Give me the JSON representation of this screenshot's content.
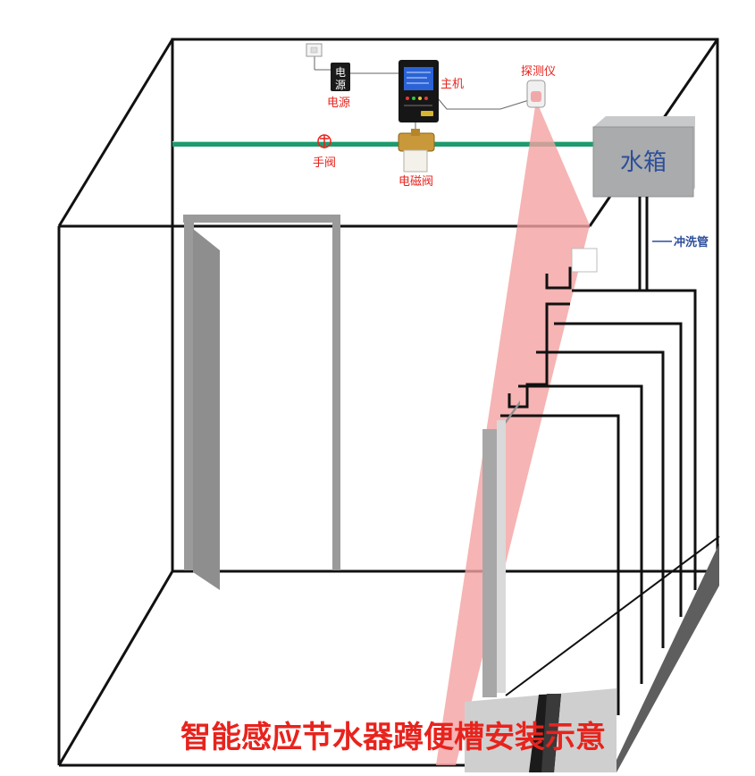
{
  "diagram": {
    "title": "智能感应节水器蹲便槽安装示意",
    "labels": {
      "power_char_1": "电",
      "power_char_2": "源",
      "power": "电源",
      "host": "主机",
      "detector": "探测仪",
      "manual_valve": "手阀",
      "solenoid_valve": "电磁阀",
      "water_tank": "水箱",
      "flush_pipe": "冲洗管"
    },
    "colors": {
      "label_red": "#e8231d",
      "pipe_green": "#1f9a6e",
      "tank_gray": "#a9abac",
      "tank_text": "#2d4f9b",
      "beam_pink": "#f4a1a1"
    }
  }
}
